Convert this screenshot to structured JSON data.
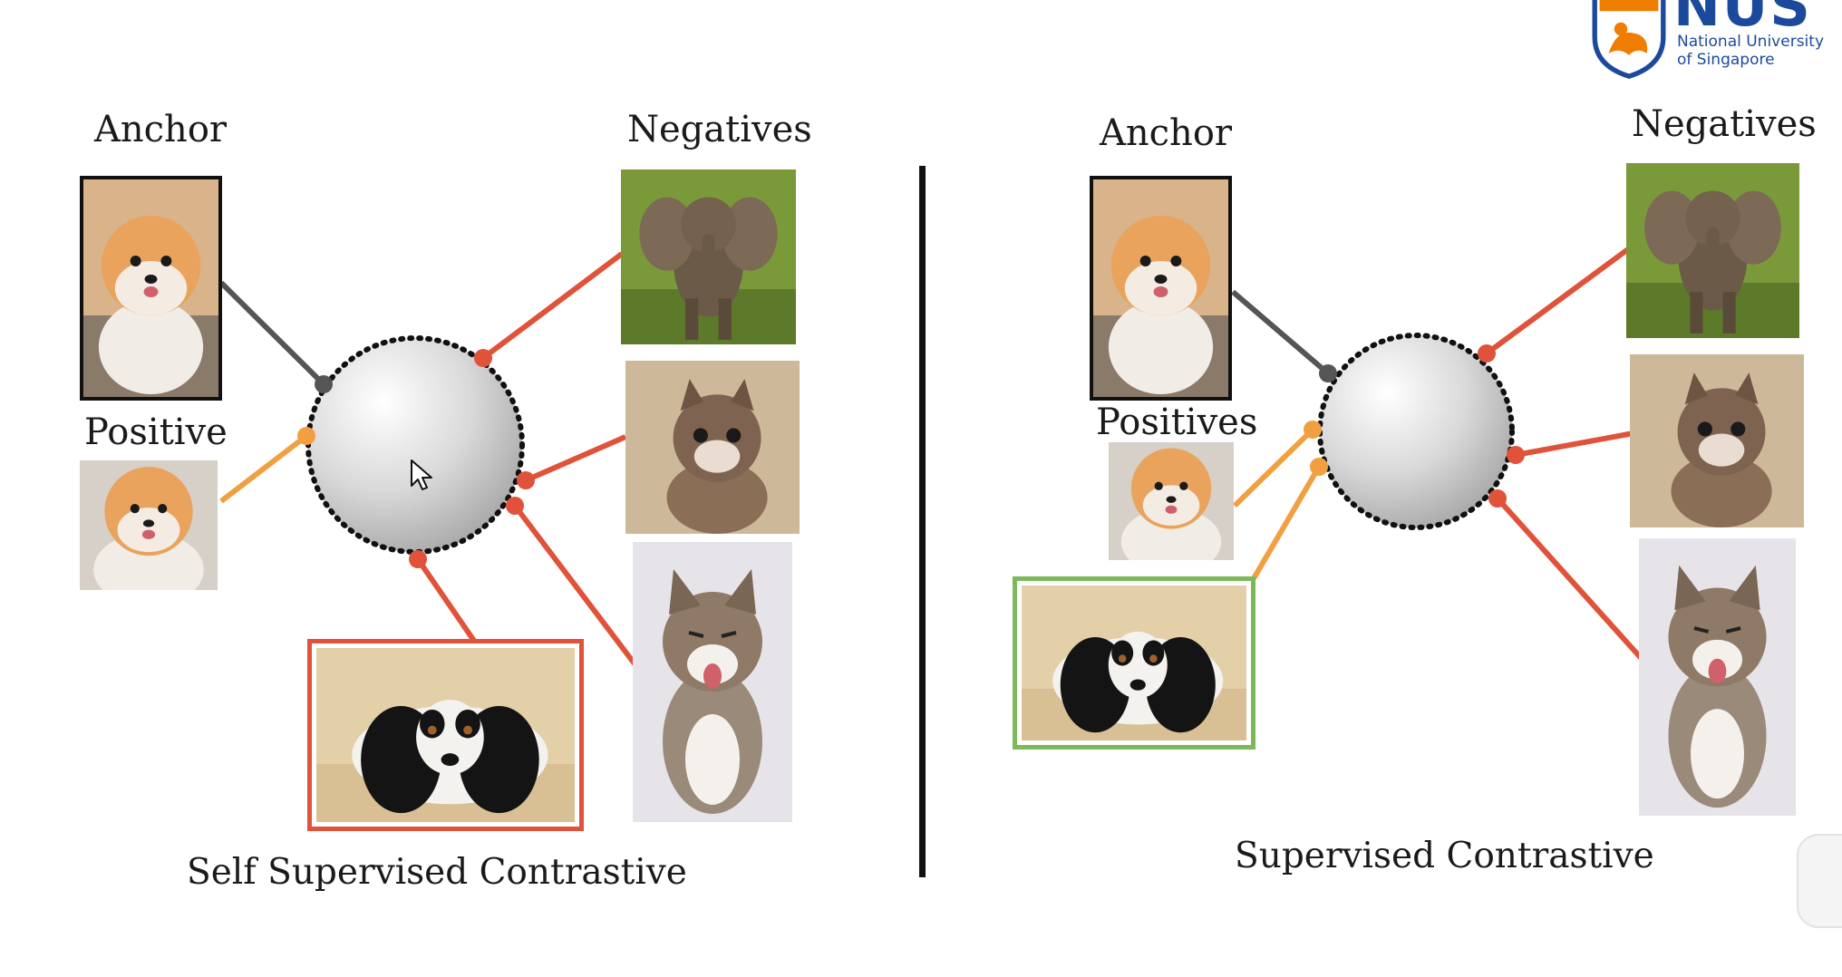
{
  "left_panel": {
    "anchor_label": "Anchor",
    "positive_label": "Positive",
    "negatives_label": "Negatives",
    "caption": "Self Supervised Contrastive"
  },
  "right_panel": {
    "anchor_label": "Anchor",
    "positives_label": "Positives",
    "negatives_label": "Negatives",
    "caption": "Supervised Contrastive"
  },
  "logo": {
    "name": "NUS",
    "line1": "National University",
    "line2": "of Singapore"
  },
  "colors": {
    "anchor_link": "#555555",
    "positive_link": "#f0a040",
    "negative_link": "#e0523a",
    "same_class_frame_self_supervised": "#e0523a",
    "same_class_frame_supervised": "#7bb95a",
    "logo_blue": "#1b4a9c",
    "logo_orange": "#ef7d00"
  }
}
